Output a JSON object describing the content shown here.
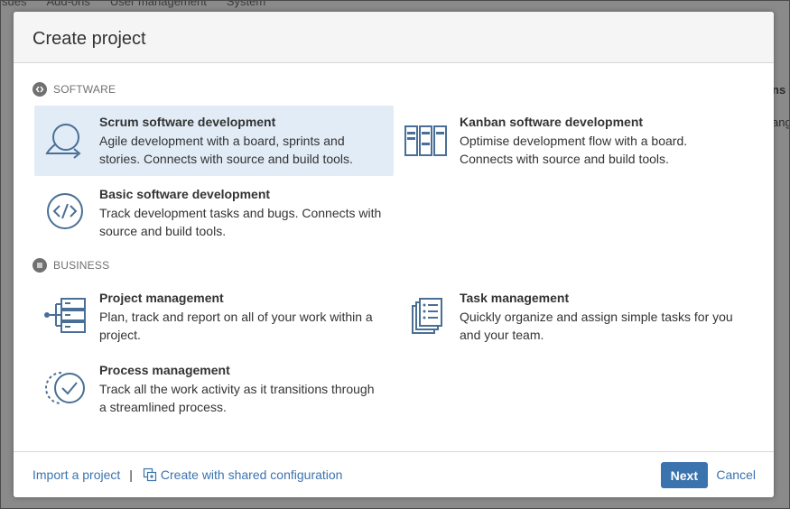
{
  "background": {
    "nav": [
      "sues",
      "Add-ons",
      "User management",
      "System"
    ],
    "side": [
      "ns",
      "ang"
    ]
  },
  "dialog": {
    "title": "Create project",
    "sections": [
      {
        "label": "SOFTWARE",
        "items": [
          {
            "title": "Scrum software development",
            "desc": "Agile development with a board, sprints and stories. Connects with source and build tools.",
            "selected": true
          },
          {
            "title": "Kanban software development",
            "desc": "Optimise development flow with a board. Connects with source and build tools."
          },
          {
            "title": "Basic software development",
            "desc": "Track development tasks and bugs. Connects with source and build tools."
          }
        ]
      },
      {
        "label": "BUSINESS",
        "items": [
          {
            "title": "Project management",
            "desc": "Plan, track and report on all of your work within a project."
          },
          {
            "title": "Task management",
            "desc": "Quickly organize and assign simple tasks for you and your team."
          },
          {
            "title": "Process management",
            "desc": "Track all the work activity as it transitions through a streamlined process."
          }
        ]
      }
    ],
    "footer": {
      "import_label": "Import a project",
      "separator": "|",
      "shared_label": "Create with shared configuration",
      "next_label": "Next",
      "cancel_label": "Cancel"
    }
  },
  "colors": {
    "accent": "#3b73af",
    "icon_blue": "#4a6f96",
    "selected_bg": "#e2ecf7"
  }
}
